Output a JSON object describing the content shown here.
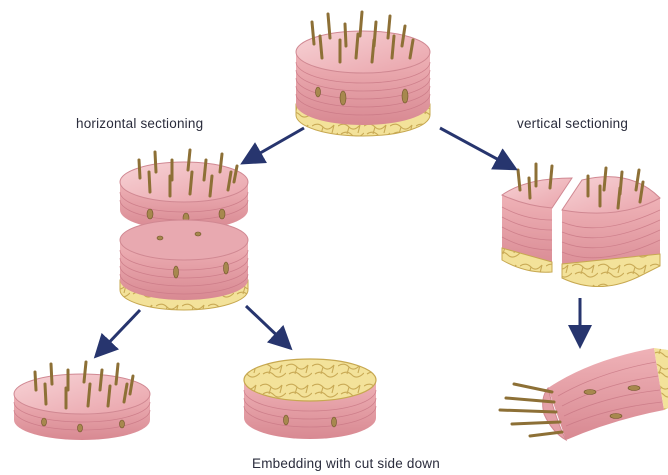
{
  "labels": {
    "horizontal": "horizontal sectioning",
    "vertical": "vertical sectioning",
    "embedding": "Embedding with cut side down"
  },
  "colors": {
    "arrow": "#27356e",
    "epidermis": "#e9a0a8",
    "epidermis_light": "#f6cdd0",
    "dermis_line": "#c97885",
    "fat": "#f0dc8c",
    "fat_line": "#c7a850",
    "hair": "#a7884e",
    "hair_light": "#e6d5a4"
  },
  "icons": {
    "arrow": "arrow-icon",
    "tissue": "skin-punch-biopsy-icon"
  }
}
